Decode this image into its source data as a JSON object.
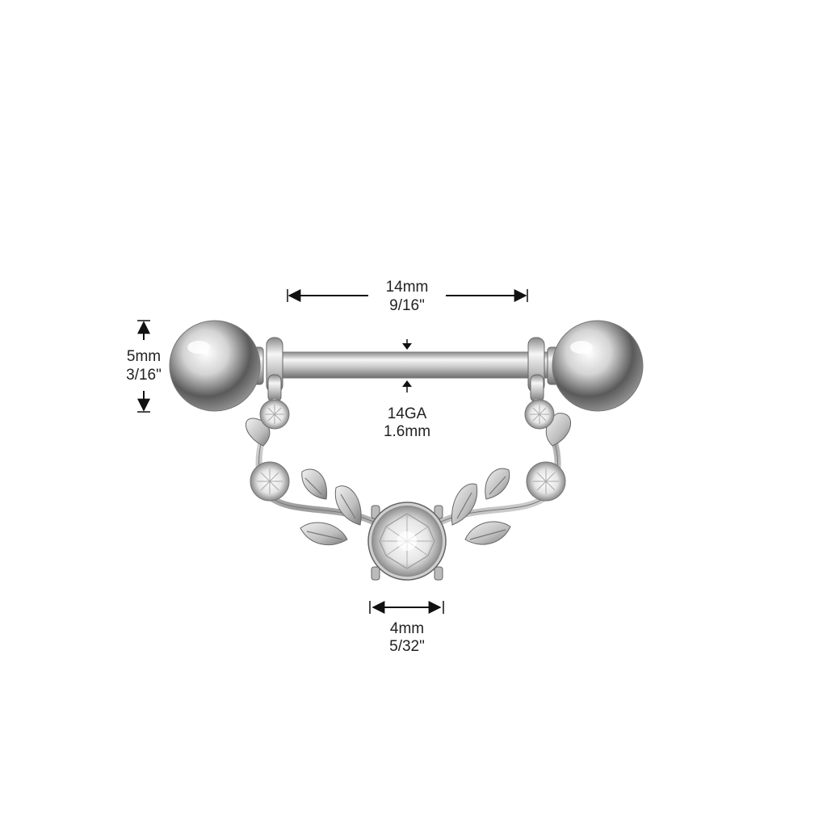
{
  "dimensions": {
    "bar_length": {
      "metric": "14mm",
      "imperial": "9/16\""
    },
    "ball_size": {
      "metric": "5mm",
      "imperial": "3/16\""
    },
    "gauge": {
      "gauge": "14GA",
      "metric": "1.6mm"
    },
    "gem_size": {
      "metric": "4mm",
      "imperial": "5/32\""
    }
  },
  "colors": {
    "metal_light": "#f4f4f4",
    "metal_mid": "#b8b8b8",
    "metal_dark": "#5a5a5a",
    "annotation": "#111111",
    "gem_highlight": "#ffffff",
    "gem_shadow": "#6a6a6a"
  }
}
